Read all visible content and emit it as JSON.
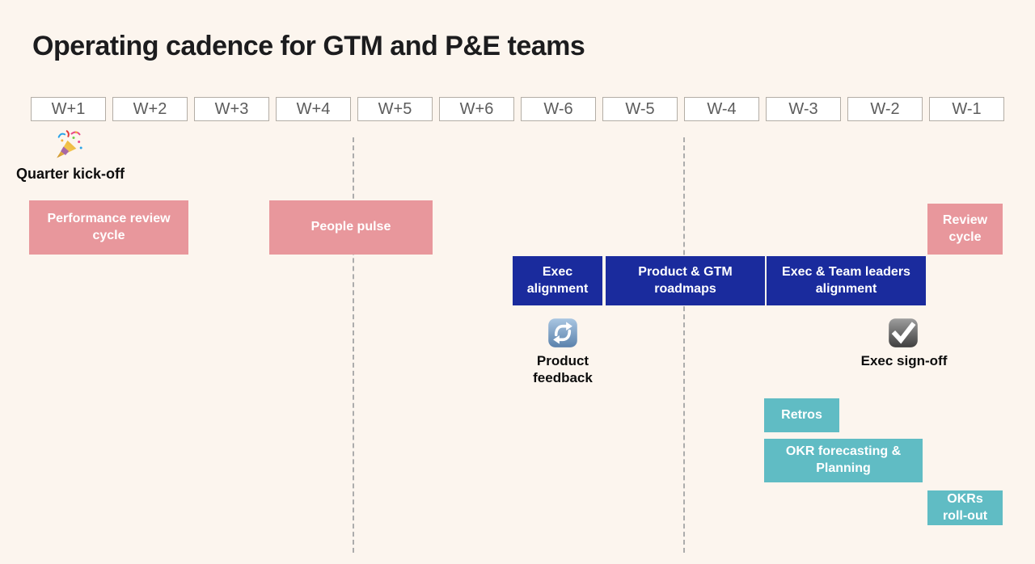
{
  "title": "Operating cadence for GTM and P&E teams",
  "weeks": [
    "W+1",
    "W+2",
    "W+3",
    "W+4",
    "W+5",
    "W+6",
    "W-6",
    "W-5",
    "W-4",
    "W-3",
    "W-2",
    "W-1"
  ],
  "milestones": {
    "quarter_kickoff": {
      "icon": "party-popper",
      "label": "Quarter kick-off"
    },
    "product_feedback": {
      "icon": "repeat-arrows",
      "label": "Product feedback"
    },
    "exec_signoff": {
      "icon": "check-mark",
      "label": "Exec sign-off"
    }
  },
  "bars": {
    "pink": [
      {
        "label": "Performance review cycle"
      },
      {
        "label": "People pulse"
      },
      {
        "label": "Review cycle"
      }
    ],
    "navy": [
      {
        "label": "Exec alignment"
      },
      {
        "label": "Product & GTM roadmaps"
      },
      {
        "label": "Exec & Team leaders alignment"
      }
    ],
    "teal": [
      {
        "label": "Retros"
      },
      {
        "label": "OKR forecasting & Planning"
      },
      {
        "label": "OKRs roll-out"
      }
    ]
  },
  "colors": {
    "background": "#FCF5EE",
    "pink": "#E8979C",
    "navy": "#1A2B9D",
    "teal": "#60BCC4",
    "week_box_background": "#FFFFFF",
    "week_box_border": "#B3ADA5",
    "week_text": "#5C5C5C",
    "dashed_line": "#ACACAC",
    "title_text": "#1C1C1E",
    "bar_text": "#FFFFFF"
  }
}
